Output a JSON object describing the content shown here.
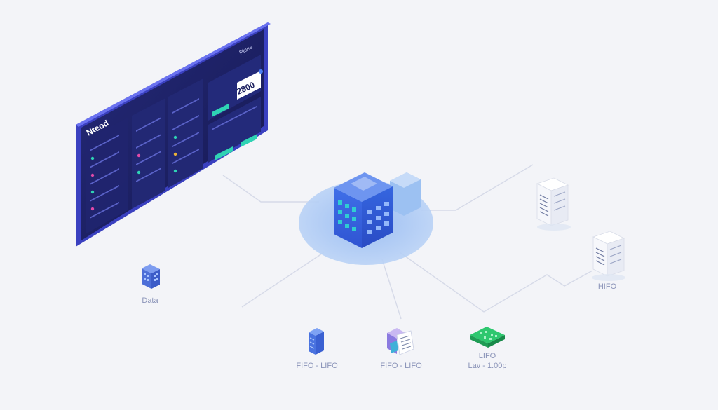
{
  "palette": {
    "background": "#f3f4f8",
    "screen_frame": "#2f35a8",
    "screen_body": "#1b1f5e",
    "panel": "#24296e",
    "accent_teal": "#2fd3b4",
    "accent_blue": "#4a7cf0",
    "accent_green": "#2fbf71",
    "connector": "#d7dbe8",
    "halo": "#a9c8f4"
  },
  "dashboard": {
    "brand_text": "Nteod",
    "top_right_text": "Pluee",
    "counter_value": "2800"
  },
  "nodes": [
    {
      "id": "data",
      "label": "Data",
      "icon": "building-icon"
    },
    {
      "id": "fifo-lifo-1",
      "label": "FIFO - LIFO",
      "icon": "server-rack-icon"
    },
    {
      "id": "fifo-lifo-2",
      "label": "FIFO - LIFO",
      "icon": "document-stack-icon"
    },
    {
      "id": "green",
      "label_lines": [
        "LIFO",
        "Lav - 1.00p"
      ],
      "icon": "green-chip-icon"
    },
    {
      "id": "hifo",
      "label": "HIFO",
      "icon": "document-tower-icon"
    },
    {
      "id": "upper-right",
      "label": "",
      "icon": "document-tower-icon"
    }
  ],
  "hub": {
    "icon": "central-building-icon"
  }
}
